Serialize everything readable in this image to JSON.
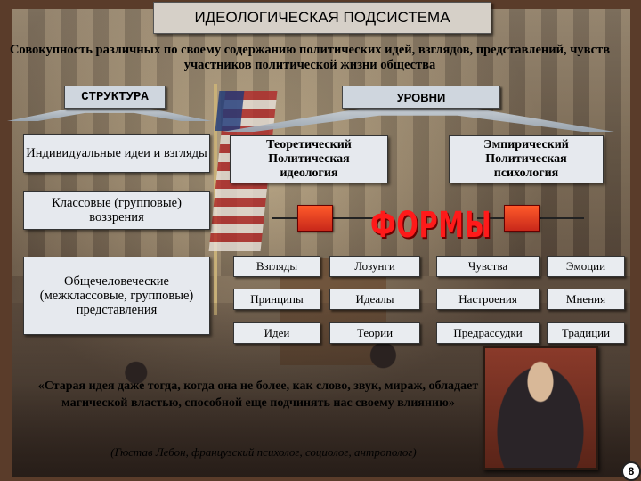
{
  "title": "ИДЕОЛОГИЧЕСКАЯ ПОДСИСТЕМА",
  "definition": "Совокупность различных по своему содержанию политических идей, взглядов, представлений, чувств участников политической жизни общества",
  "structure": {
    "label": "СТРУКТУРА",
    "items": [
      "Индивидуальные идеи и взгляды",
      "Классовые (групповые) воззрения",
      "Общечеловеческие (межклассовые, групповые) представления"
    ]
  },
  "levels": {
    "label": "УРОВНИ",
    "theoretical": {
      "line1": "Теоретический",
      "line2": "Политическая",
      "line3": "идеология"
    },
    "empirical": {
      "line1": "Эмпирический",
      "line2": "Политическая",
      "line3": "психология"
    }
  },
  "forms_label": "ФОРМЫ",
  "forms": {
    "theoretical_col1": [
      "Взгляды",
      "Принципы",
      "Идеи"
    ],
    "theoretical_col2": [
      "Лозунги",
      "Идеалы",
      "Теории"
    ],
    "empirical_col1": [
      "Чувства",
      "Настроения",
      "Предрассудки"
    ],
    "empirical_col2": [
      "Эмоции",
      "Мнения",
      "Традиции"
    ]
  },
  "quote": "«Старая идея даже тогда, когда она не более, как слово, звук, мираж, обладает магической властью, способной еще подчинять нас своему влиянию»",
  "author": "(Гюстав Лебон, французский психолог, социолог, антрополог)",
  "slide_number": "8",
  "colors": {
    "forms_accent": "#ff1a1a",
    "block_accent": "#e8401e"
  }
}
